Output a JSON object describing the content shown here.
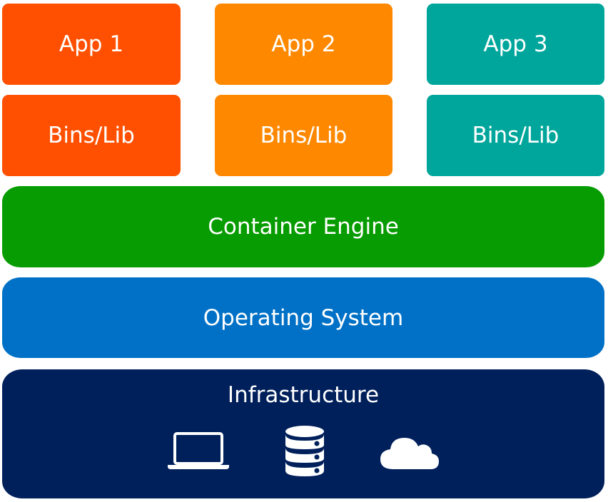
{
  "colors": {
    "app1": "#fe5000",
    "app2": "#fe8800",
    "app3": "#00a69b",
    "container_engine": "#079c01",
    "operating_system": "#0071c6",
    "infrastructure": "#00205b",
    "text": "#ffffff"
  },
  "apps": [
    {
      "label": "App 1",
      "lib_label": "Bins/Lib"
    },
    {
      "label": "App 2",
      "lib_label": "Bins/Lib"
    },
    {
      "label": "App 3",
      "lib_label": "Bins/Lib"
    }
  ],
  "layers": {
    "container_engine": "Container Engine",
    "operating_system": "Operating System",
    "infrastructure": "Infrastructure"
  },
  "infrastructure_icons": [
    "laptop-icon",
    "database-icon",
    "cloud-icon"
  ]
}
